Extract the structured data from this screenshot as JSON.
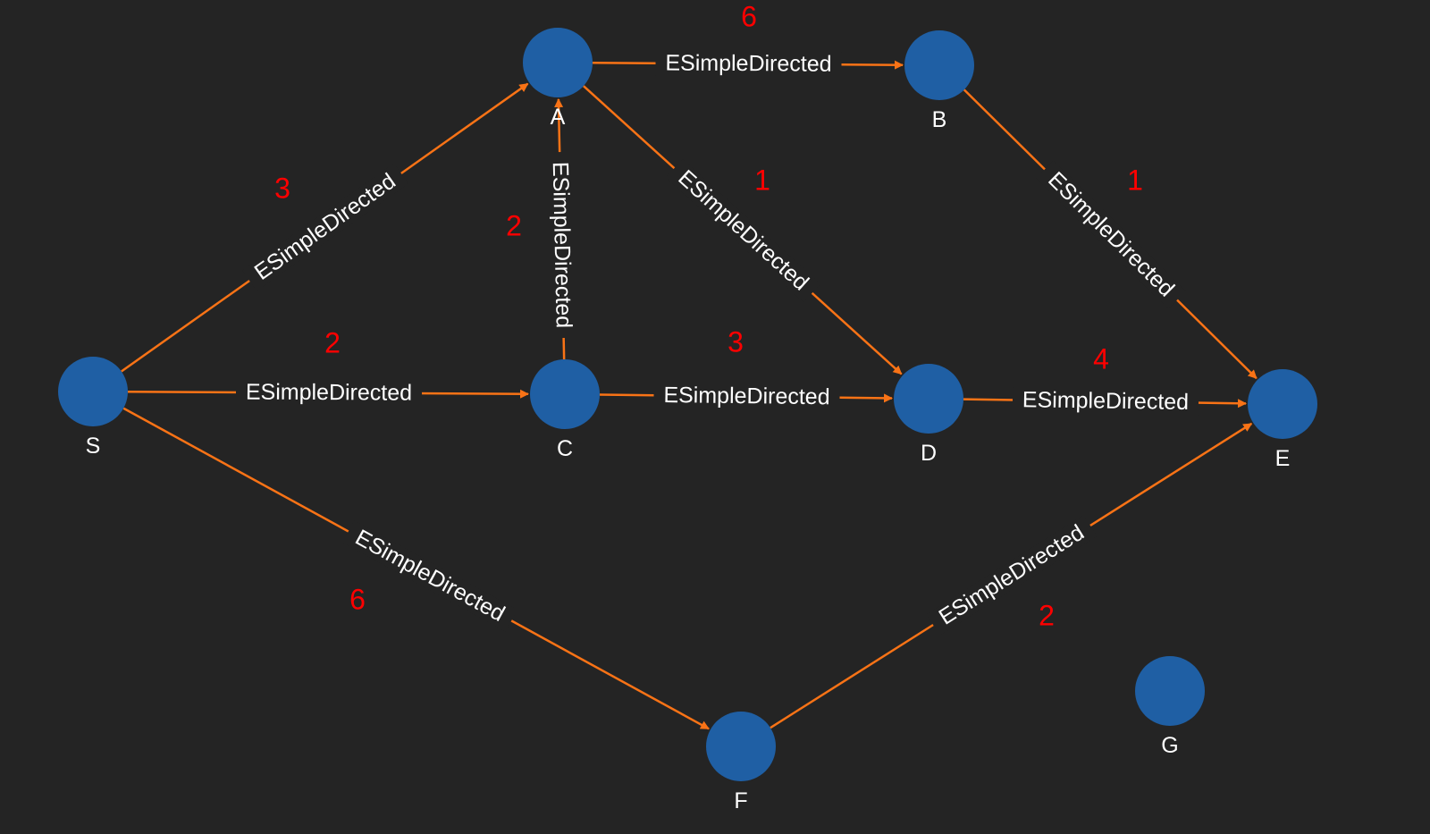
{
  "colors": {
    "background": "#242424",
    "node": "#1f5fa4",
    "edge": "#f97316",
    "edge_label": "#ffffff",
    "node_label": "#ffffff",
    "weight": "#ff0000"
  },
  "nodes": [
    {
      "id": "S",
      "label": "S"
    },
    {
      "id": "A",
      "label": "A"
    },
    {
      "id": "B",
      "label": "B"
    },
    {
      "id": "C",
      "label": "C"
    },
    {
      "id": "D",
      "label": "D"
    },
    {
      "id": "E",
      "label": "E"
    },
    {
      "id": "F",
      "label": "F"
    },
    {
      "id": "G",
      "label": "G"
    }
  ],
  "edges": [
    {
      "from": "S",
      "to": "A",
      "label": "ESimpleDirected",
      "weight": "3"
    },
    {
      "from": "S",
      "to": "C",
      "label": "ESimpleDirected",
      "weight": "2"
    },
    {
      "from": "S",
      "to": "F",
      "label": "ESimpleDirected",
      "weight": "6"
    },
    {
      "from": "C",
      "to": "A",
      "label": "ESimpleDirected",
      "weight": "2"
    },
    {
      "from": "A",
      "to": "B",
      "label": "ESimpleDirected",
      "weight": "6"
    },
    {
      "from": "A",
      "to": "D",
      "label": "ESimpleDirected",
      "weight": "1"
    },
    {
      "from": "C",
      "to": "D",
      "label": "ESimpleDirected",
      "weight": "3"
    },
    {
      "from": "B",
      "to": "E",
      "label": "ESimpleDirected",
      "weight": "1"
    },
    {
      "from": "D",
      "to": "E",
      "label": "ESimpleDirected",
      "weight": "4"
    },
    {
      "from": "F",
      "to": "E",
      "label": "ESimpleDirected",
      "weight": "2"
    }
  ]
}
